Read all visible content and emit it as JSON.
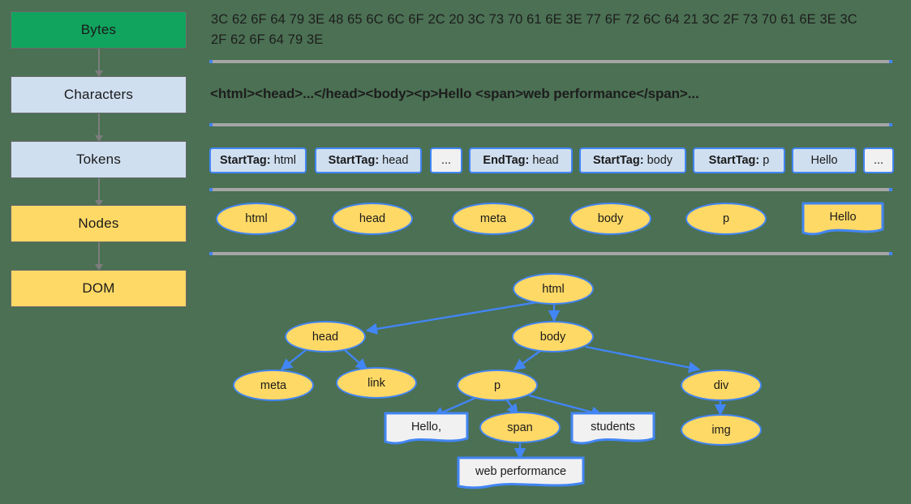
{
  "background_color": "#4B7053",
  "palette": {
    "green": "#11A45E",
    "light_blue": "#CFDFF0",
    "yellow": "#FFD966",
    "node_border_blue": "#4285F4",
    "separator_gray": "#A6A6A6",
    "text_node_fill": "#F1F1F1"
  },
  "pipeline": {
    "steps": [
      {
        "label": "Bytes",
        "color": "green"
      },
      {
        "label": "Characters",
        "color": "blue"
      },
      {
        "label": "Tokens",
        "color": "blue"
      },
      {
        "label": "Nodes",
        "color": "yellow"
      },
      {
        "label": "DOM",
        "color": "yellow"
      }
    ]
  },
  "bytes_row": {
    "text": "3C 62 6F 64 79 3E 48 65 6C 6C 6F 2C 20 3C 73 70 61 6E 3E 77 6F 72 6C 64 21 3C 2F 73 70 61 6E 3E 3C 2F 62 6F 64 79 3E"
  },
  "characters_row": {
    "text": "<html><head>...</head><body><p>Hello <span>web performance</span>..."
  },
  "tokens_row": {
    "tokens": [
      {
        "kind": "StartTag:",
        "value": "html",
        "style": "tag"
      },
      {
        "kind": "StartTag:",
        "value": "head",
        "style": "tag"
      },
      {
        "kind": "",
        "value": "...",
        "style": "plain"
      },
      {
        "kind": "EndTag:",
        "value": "head",
        "style": "tag"
      },
      {
        "kind": "StartTag:",
        "value": "body",
        "style": "tag"
      },
      {
        "kind": "StartTag:",
        "value": "p",
        "style": "tag"
      },
      {
        "kind": "",
        "value": "Hello",
        "style": "tag"
      },
      {
        "kind": "",
        "value": "...",
        "style": "plain"
      }
    ]
  },
  "nodes_row": {
    "nodes": [
      {
        "label": "html",
        "shape": "ellipse"
      },
      {
        "label": "head",
        "shape": "ellipse"
      },
      {
        "label": "meta",
        "shape": "ellipse"
      },
      {
        "label": "body",
        "shape": "ellipse"
      },
      {
        "label": "p",
        "shape": "ellipse"
      },
      {
        "label": "Hello",
        "shape": "document"
      }
    ]
  },
  "dom_tree": {
    "nodes": [
      {
        "id": "html",
        "label": "html",
        "shape": "ellipse"
      },
      {
        "id": "head",
        "label": "head",
        "shape": "ellipse"
      },
      {
        "id": "body",
        "label": "body",
        "shape": "ellipse"
      },
      {
        "id": "meta",
        "label": "meta",
        "shape": "ellipse"
      },
      {
        "id": "link",
        "label": "link",
        "shape": "ellipse"
      },
      {
        "id": "p",
        "label": "p",
        "shape": "ellipse"
      },
      {
        "id": "div",
        "label": "div",
        "shape": "ellipse"
      },
      {
        "id": "hello",
        "label": "Hello,",
        "shape": "document"
      },
      {
        "id": "span",
        "label": "span",
        "shape": "ellipse"
      },
      {
        "id": "stud",
        "label": "students",
        "shape": "document"
      },
      {
        "id": "img",
        "label": "img",
        "shape": "ellipse"
      },
      {
        "id": "webp",
        "label": "web performance",
        "shape": "document"
      }
    ],
    "edges": [
      [
        "html",
        "head"
      ],
      [
        "html",
        "body"
      ],
      [
        "head",
        "meta"
      ],
      [
        "head",
        "link"
      ],
      [
        "body",
        "p"
      ],
      [
        "body",
        "div"
      ],
      [
        "p",
        "hello"
      ],
      [
        "p",
        "span"
      ],
      [
        "p",
        "stud"
      ],
      [
        "div",
        "img"
      ],
      [
        "span",
        "webp"
      ]
    ]
  }
}
